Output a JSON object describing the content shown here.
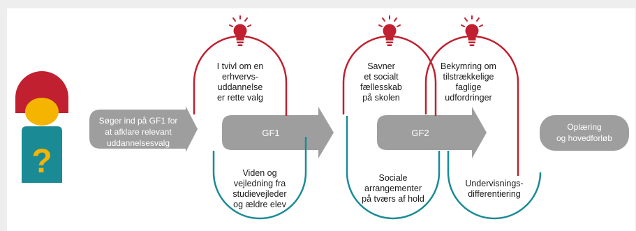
{
  "colors": {
    "red": "#c0202f",
    "teal": "#1a8b95",
    "grey": "#9e9e9e",
    "yellow": "#f5b400",
    "background": "#eeeeee",
    "panel": "#ffffff"
  },
  "icons": {
    "person": "person-question-icon",
    "concern": "lightbulb-icon"
  },
  "steps": {
    "start": [
      "Søger ind på GF1 for",
      "at afklare relevant",
      "uddannelsesvalg"
    ],
    "gf1": "GF1",
    "gf2": "GF2",
    "end": [
      "Oplæring",
      "og hovedforløb"
    ]
  },
  "concerns": [
    [
      "I tvivl om en",
      "erhvervs-",
      "uddannelse",
      "er rette valg"
    ],
    [
      "Savner",
      "et socialt",
      "fællesskab",
      "på skolen"
    ],
    [
      "Bekymring om",
      "tilstrækkelige",
      "faglige",
      "udfordringer"
    ]
  ],
  "supports": [
    [
      "Viden og",
      "vejledning fra",
      "studievejleder",
      "og ældre elev"
    ],
    [
      "Sociale",
      "arrangementer",
      "på tværs af hold"
    ],
    [
      "Undervisnings-",
      "differentiering"
    ]
  ]
}
